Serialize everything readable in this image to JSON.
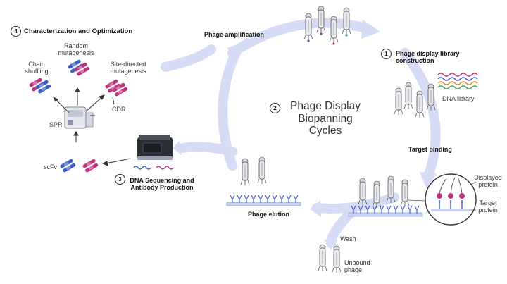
{
  "steps": [
    {
      "number": "1",
      "title": "Phage display library construction"
    },
    {
      "number": "2",
      "title": "Phage Display Biopanning Cycles"
    },
    {
      "number": "3",
      "title": "DNA Sequencing and Antibody Production"
    },
    {
      "number": "4",
      "title": "Characterization and Optimization"
    }
  ],
  "labels": {
    "phage_amplification": "Phage amplification",
    "target_binding": "Target binding",
    "phage_elution": "Phage elution",
    "wash": "Wash",
    "unbound_phage": "Unbound phage",
    "dna_library": "DNA library",
    "displayed_protein": "Displayed protein",
    "target_protein": "Target protein",
    "chain_shuffling": "Chain shuffling",
    "random_mutagenesis": "Random mutagenesis",
    "site_directed_mutagenesis": "Site-directed mutagenesis",
    "cdr": "CDR",
    "spr": "SPR",
    "scfv": "scFv"
  },
  "colors": {
    "cycle_arrow": "#d7dcf5",
    "blue_chain": "#3b5fc9",
    "pink_chain": "#c2337f",
    "green": "#3aa85c",
    "orange": "#e98a2d",
    "purple": "#8a3fa6"
  },
  "icons": [
    "phage-icon",
    "scfv-icon",
    "sequencer-icon",
    "spr-instrument-icon",
    "dna-strand-icon",
    "surface-plate-icon",
    "magnifier-icon"
  ]
}
